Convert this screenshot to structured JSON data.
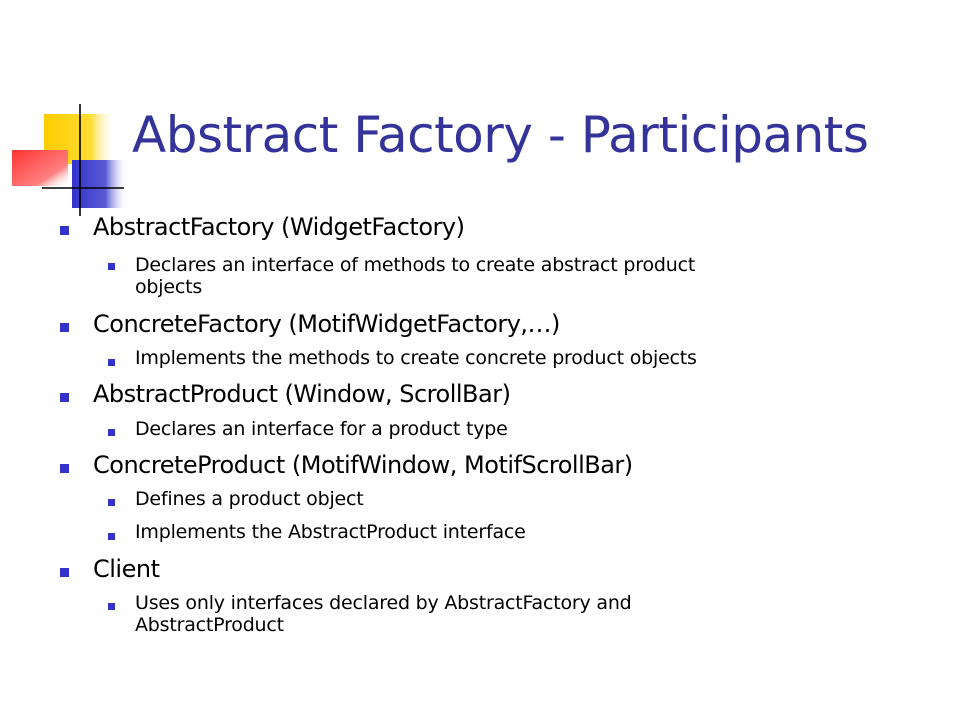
{
  "slide": {
    "title": "Abstract Factory - Participants",
    "items": [
      {
        "label": "AbstractFactory (WidgetFactory)",
        "subitems": [
          {
            "line1": "Declares an interface of methods to create abstract product",
            "line2": "objects"
          }
        ]
      },
      {
        "label": "ConcreteFactory (MotifWidgetFactory,…)",
        "subitems": [
          {
            "line1": "Implements the methods to create concrete product objects"
          }
        ]
      },
      {
        "label": "AbstractProduct (Window, ScrollBar)",
        "subitems": [
          {
            "line1": "Declares an interface for a product type"
          }
        ]
      },
      {
        "label": "ConcreteProduct (MotifWindow, MotifScrollBar)",
        "subitems": [
          {
            "line1": "Defines a product object"
          },
          {
            "line1": "Implements the AbstractProduct interface"
          }
        ]
      },
      {
        "label": "Client",
        "subitems": [
          {
            "line1": "Uses only interfaces declared by AbstractFactory and",
            "line2": "AbstractProduct"
          }
        ]
      }
    ]
  },
  "colors": {
    "title": "#333399",
    "bullet": "#3333cc",
    "deco_yellow": "#ffcc00",
    "deco_blue": "#3333cc",
    "deco_red": "#ff3333"
  }
}
